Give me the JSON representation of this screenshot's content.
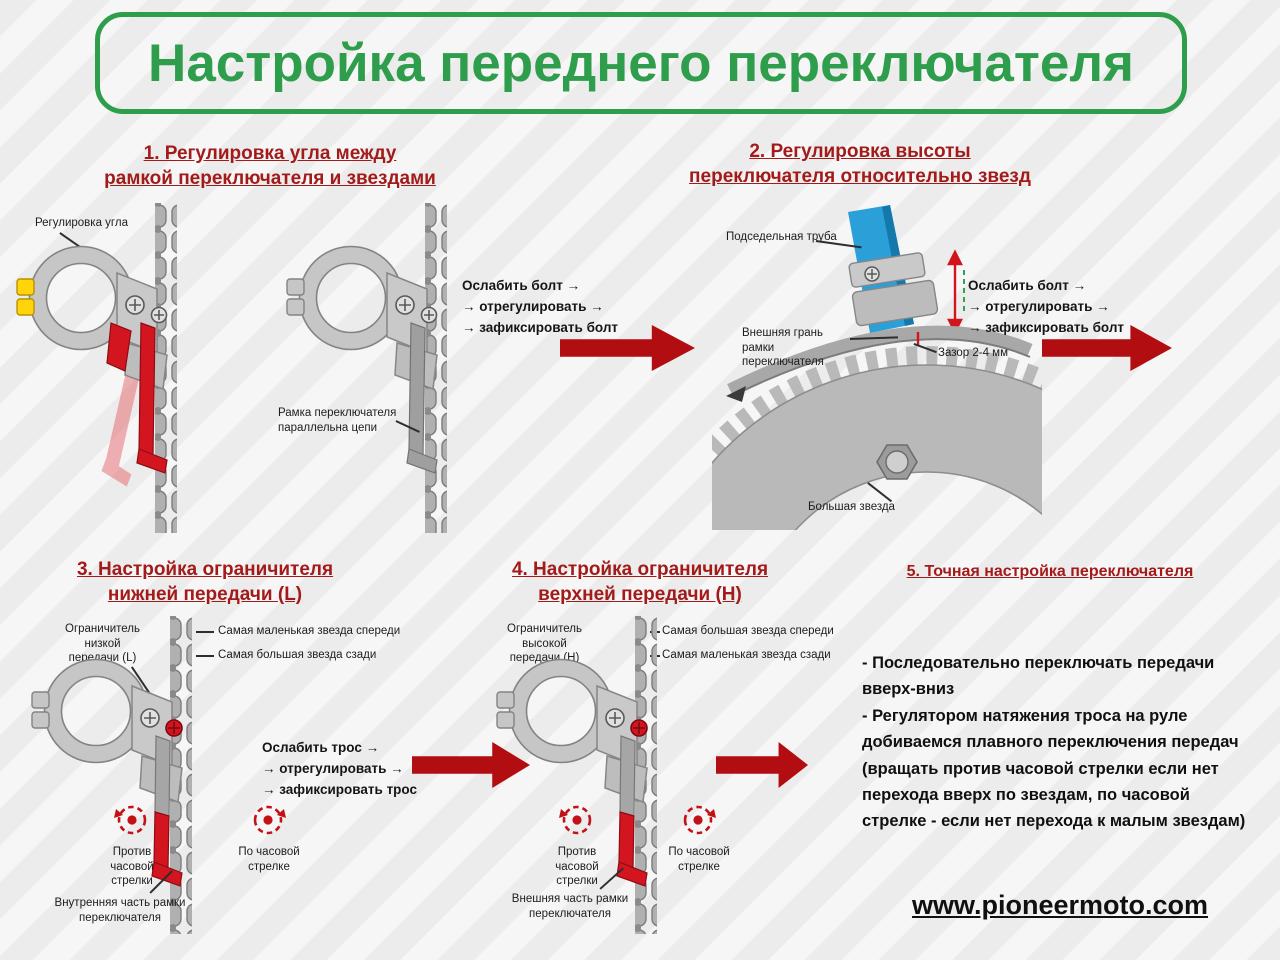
{
  "title": {
    "text": "Настройка переднего переключателя"
  },
  "colors": {
    "green": "#2e9e4c",
    "heading_red": "#a31a1a",
    "arrow_red": "#b20d10",
    "cage_red": "#d31520",
    "tube_blue": "#2a9fd8"
  },
  "s1": {
    "heading": "1. Регулировка угла между\nрамкой переключателя и звездами",
    "label_angle": "Регулировка угла",
    "steps": "Ослабить болт →\n→ отрегулировать →\n→ зафиксировать болт",
    "label_frame": "Рамка переключателя\nпараллельна цепи"
  },
  "s2": {
    "heading": "2. Регулировка высоты\nпереключателя относительно звезд",
    "label_seat_tube": "Подседельная труба",
    "label_outer_edge": "Внешняя грань\nрамки переключателя",
    "label_gap": "Зазор 2-4 мм",
    "label_big_gear": "Большая звезда",
    "steps": "Ослабить болт →\n→ отрегулировать →\n→ зафиксировать болт"
  },
  "s3": {
    "heading": "3. Настройка ограничителя\nнижней передачи (L)",
    "label_limiter": "Ограничитель\nнизкой\nпередачи (L)",
    "label_front": "Самая маленькая звезда спереди",
    "label_rear": "Самая большая звезда сзади",
    "steps": "Ослабить трос →\n→ отрегулировать →\n→ зафиксировать трос",
    "label_ccw": "Против\nчасовой\nстрелки",
    "label_cw": "По часовой\nстрелке",
    "label_inner": "Внутренняя часть рамки\nпереключателя"
  },
  "s4": {
    "heading": "4. Настройка ограничителя\nверхней передачи (H)",
    "label_limiter": "Ограничитель\nвысокой\nпередачи (H)",
    "label_front": "Самая большая звезда спереди",
    "label_rear": "Самая маленькая звезда сзади",
    "label_ccw": "Против\nчасовой\nстрелки",
    "label_cw": "По часовой\nстрелке",
    "label_outer": "Внешняя часть рамки\nпереключателя"
  },
  "s5": {
    "heading": "5. Точная настройка переключателя",
    "body": "- Последовательно переключать передачи\nвверх-вниз\n- Регулятором натяжения троса на руле\nдобиваемся плавного переключения передач\n(вращать против часовой стрелки если нет\nперехода вверх по звездам, по часовой\nстрелке - если нет перехода к малым звездам)",
    "website": "www.pioneermoto.com"
  }
}
